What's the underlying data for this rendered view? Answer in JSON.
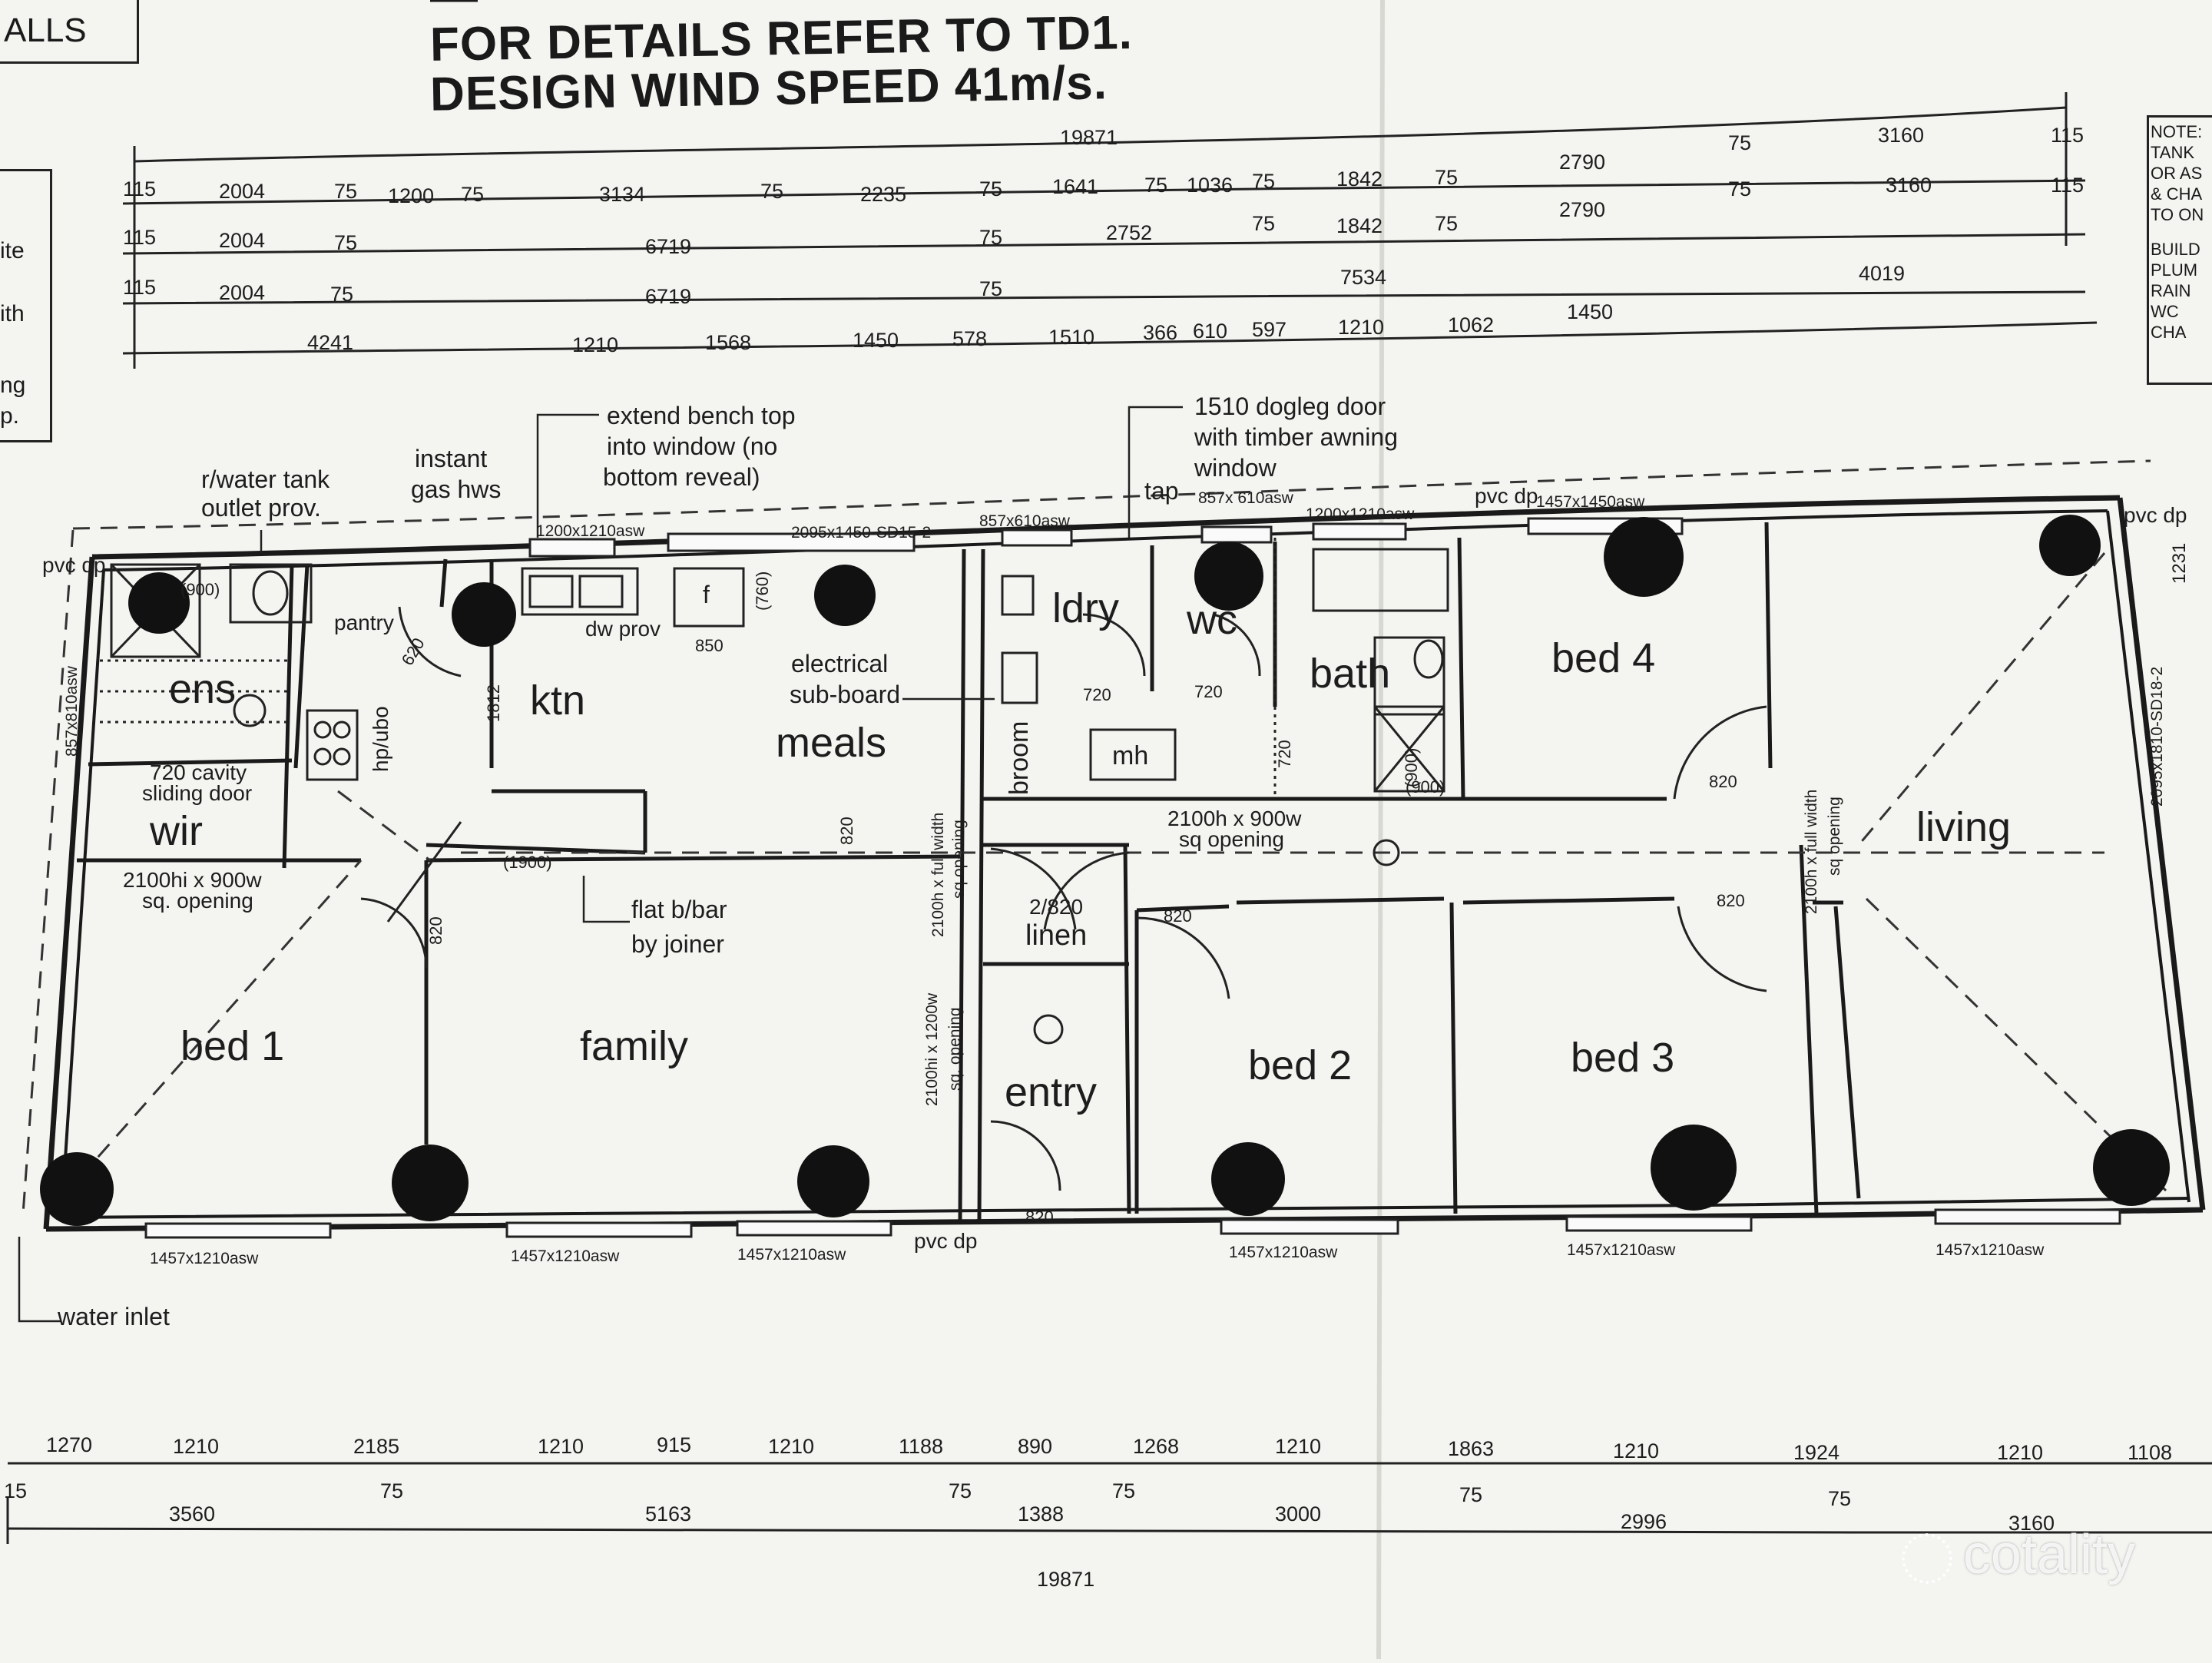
{
  "header": {
    "line0": "—",
    "line1": "FOR DETAILS REFER TO TD1.",
    "line2": "DESIGN WIND SPEED 41m/s."
  },
  "left_margin": [
    "ALLS",
    "ite",
    "ith",
    "ng",
    "p."
  ],
  "right_note": [
    "NOTE:",
    "TANK",
    "OR AS",
    "& CHA",
    "TO ON",
    "BUILD",
    "PLUM",
    "RAIN",
    "WC",
    "CHA"
  ],
  "top_dims": {
    "total": "19871",
    "row1": [
      "115",
      "2004",
      "75",
      "1200",
      "75",
      "3134",
      "75",
      "2235",
      "75",
      "1641",
      "75",
      "1036",
      "75",
      "1842",
      "75",
      "2790",
      "75",
      "3160",
      "115"
    ],
    "row2": [
      "115",
      "2004",
      "75",
      "6719",
      "75",
      "2752",
      "75",
      "1842",
      "75",
      "2790",
      "75",
      "3160",
      "115"
    ],
    "row3": [
      "115",
      "2004",
      "75",
      "6719",
      "75",
      "7534",
      "4019"
    ],
    "row4": [
      "4241",
      "1210",
      "1568",
      "1450",
      "578",
      "1510",
      "366",
      "610",
      "597",
      "1210",
      "1062",
      "1450"
    ]
  },
  "bottom_dims": {
    "row1": [
      "1270",
      "1210",
      "2185",
      "1210",
      "915",
      "1210",
      "1188",
      "890",
      "1268",
      "1210",
      "1863",
      "1210",
      "1924",
      "1210",
      "1108"
    ],
    "row2": [
      "15",
      "3560",
      "75",
      "5163",
      "75",
      "1388",
      "75",
      "3000",
      "75",
      "2996",
      "75",
      "3160"
    ],
    "total": "19871"
  },
  "rooms": {
    "bed1": "bed 1",
    "family": "family",
    "ktn": "ktn",
    "meals": "meals",
    "pantry": "pantry",
    "ens": "ens",
    "wir": "wir",
    "ldry": "ldry",
    "wc": "wc",
    "bath": "bath",
    "bed4": "bed 4",
    "living": "living",
    "bed2": "bed 2",
    "bed3": "bed 3",
    "entry": "entry",
    "linen": "linen",
    "broom": "broom",
    "mh": "mh"
  },
  "notes": {
    "rwater1": "r/water tank",
    "rwater2": "outlet prov.",
    "hws1": "instant",
    "hws2": "gas hws",
    "bench1": "extend bench top",
    "bench2": "into window (no",
    "bench3": "bottom reveal)",
    "dogleg1": "1510 dogleg door",
    "dogleg2": "with timber awning",
    "dogleg3": "window",
    "tap": "tap",
    "elec1": "electrical",
    "elec2": "sub-board",
    "flat1": "flat b/bar",
    "flat2": "by joiner",
    "water_inlet": "water inlet",
    "sliding1": "720 cavity",
    "sliding2": "sliding door",
    "open1a": "2100hi x 900w",
    "open1b": "sq. opening",
    "open2a": "2100h x 900w",
    "open2b": "sq opening",
    "dwprov": "dw prov",
    "hpubo": "hp/ubo",
    "fridge": "f",
    "ff": "2/820",
    "pvc1": "pvc dp",
    "pvc2": "pvc dp",
    "pvc3": "pvc dp",
    "pvc4": "pvc dp"
  },
  "windows": {
    "w_top1": "1200x1210asw",
    "w_top2": "2095x1450-SD15-2",
    "w_top3": "857x610asw",
    "w_top4": "857x 610asw",
    "w_top5": "1200x1210asw",
    "w_top6": "1457x1450asw",
    "w_left": "857x810asw",
    "w_right": "2095x1810-SD18-2",
    "w_b1": "1457x1210asw",
    "w_b2": "1457x1210asw",
    "w_b3": "1457x1210asw",
    "w_b4": "1457x1210asw",
    "w_b5": "1457x1210asw",
    "w_b6": "1457x1210asw",
    "v_open1": "2100h x full width",
    "v_open1b": "sq opening",
    "v_open2": "2100hi x 1200w",
    "v_open2b": "sq. opening",
    "v_open3": "2100h x full width",
    "v_open3b": "sq opening"
  },
  "small_dims": [
    "620",
    "1812",
    "850",
    "(760)",
    "820",
    "720",
    "720",
    "(900)",
    "(900)",
    "720",
    "820",
    "820",
    "820",
    "820",
    "820",
    "(1900)",
    "1231",
    "(900)"
  ],
  "watermark": "cotality"
}
